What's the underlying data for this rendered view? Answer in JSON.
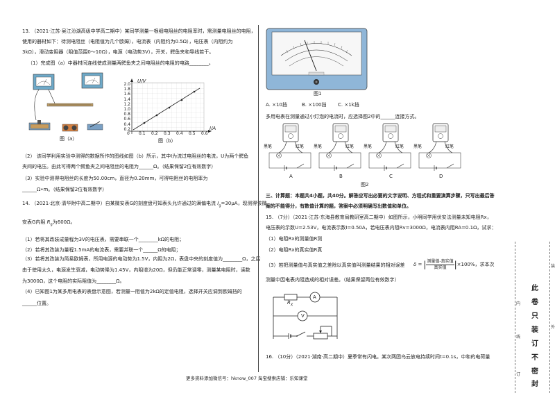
{
  "q13": {
    "l1": "13. （2021·江苏·吴江汾湖高级中学高二期中）某同学测量一根细电阻丝的电阻率时，需测量电阻丝的电阻，",
    "l2": "使用的器材如下：待测电阻丝（电阻值为几个欧姆），电流表（内阻约为0.5Ω），电压表（内阻约为",
    "l3": "3kΩ），滑动变阻器（阻值范围0～10Ω），电源（电动势3V），开关，鳄鱼夹和导线若干。",
    "l4": "（1）完成图（a）中器材间连线使成测量两鳄鱼夹之间电阻丝的电阻的电路________。",
    "l5": "（2） 该同学利用实验中测得的数据所作的图线如图（b）所示，其中I为流过电阻丝的电流，U为两个鳄鱼",
    "l6": "夹间的电压。由此可得两个鳄鱼夹之间电阻丝的电阻为______Ω。（结果保留2位有效数字）",
    "l7": "（3）实验中测得电阻丝的长度为50.00cm，直径为0.20mm，可得电阻丝的电阻率为",
    "l8": "______Ω•m。（结果保留2位有效数字）",
    "fig_a": "图（a）",
    "fig_b": "图（b）",
    "ylabel": "U/V",
    "xlabel": "I/A",
    "yticks": [
      "2.0",
      "1.8",
      "1.6",
      "1.4",
      "1.2",
      "1.0",
      "0.8",
      "0.6",
      "0.4",
      "0.2"
    ],
    "xticks": [
      "0.1",
      "0.2",
      "0.3",
      "0.4",
      "0.5",
      "0.6"
    ],
    "origin": "0"
  },
  "q14": {
    "l1": "14. （2021·北京·清华附中高二期中）自某微安表G的刻度盘可知表头允许通过的满偏电流",
    "ig": "I",
    "ig_sub": "g",
    "ig_val": "=30μA",
    "l1b": "，现测得该微",
    "l2a": "安表G内阻",
    "rg": "R",
    "rg_sub": "g",
    "rg_val": "为600Ω。",
    "l3": "（1）若将其改装成量程为3V的电压表，需要串联一个________kΩ的电阻；",
    "l4": "（2）若将其改装为量程1.5mA的电流表，需要并联一个______Ω的电阻；",
    "l5": "（3）若将其改装为简易欧姆表，所用电源的电动势为1.5V，内阻为2Ω，表盘中央的刻度值为________Ω，之后",
    "l6": "由于使用太久，电源发生衰减，电动势降为1.45V，内阻增为20Ω，但仍能正常调零，测量某电阻时，读数",
    "l7": "为3000Ω，这个电阻的实际阻值为________Ω。",
    "l8": "（4）已知图1为某多用电表的表盘示意图，若测量一阻值为2kΩ的定值电阻，选择开关应调到欧姆挡的",
    "l9": "______位置。"
  },
  "right": {
    "fig1": "图1",
    "opt_a": "A. ×10挡",
    "opt_b": "B. ×100挡",
    "opt_c": "C. ×1k挡",
    "q_line": "多用电表在测量通过小灯泡的电流时，应选择图2中的______连接方式。",
    "black": "黑笔",
    "red": "红笔",
    "labels": [
      "A",
      "B",
      "C",
      "D"
    ],
    "fig2": "图2",
    "sec3a": "三、计算题：本题共4小题，共40分。解答应写出必要的文字说明、方程式和重要演算步骤，只写出最后答",
    "sec3b": "案的不能得分，有数值计算的题，答案中必须明确写出数值和单位。",
    "q15_l1": "15. （7分）（2021·江苏·东海县教育局教研室高二期中）如图所示，小明同学用伏安法测量未知电阻Rx，",
    "q15_l2": "电压表的示数U=2.53V，电流表示数I=0.50A，若电压表内阻Rv=3000Ω，电流表内阻RA=0.1Ω，试求：",
    "q15_l3": "（1）电阻Rx的测量值R测",
    "q15_l4": "（2）电阻Rx的真实值R真",
    "q15_l5": "（3）若把测量值与真实值之差除以真实值叫测量结果的相对误差",
    "q15_frac_num": "测量值-真实值",
    "q15_frac_den": "真实值",
    "q15_l5b": "×100%，求本次",
    "q15_delta": "δ =",
    "q15_l6": "测量中因电表内阻造成的相对误差。（结果保留两位有效数字）",
    "rx": "R",
    "rx_sub": "X",
    "meter_a": "A",
    "meter_v": "V",
    "q16": "16. （10分）（2021·湖南·高二期中）夏季常有闪电。某次两团乌云放电持续时间t=0.1s，中和的电荷量"
  },
  "side": {
    "chars": [
      "此",
      "卷",
      "只",
      "装",
      "订",
      "不",
      "密",
      "封"
    ],
    "small": [
      "内",
      "线",
      "订",
      "装",
      "外"
    ]
  },
  "footer": "更多资料添加微信号：hknow_007   淘宝搜索店铺：乐知课堂"
}
